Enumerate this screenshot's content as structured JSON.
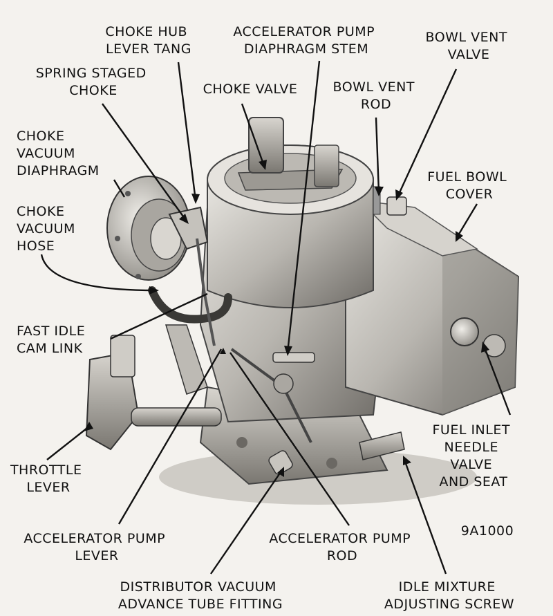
{
  "figure_id": "9A1000",
  "labels": {
    "choke_hub_lever_tang": [
      "CHOKE HUB",
      "LEVER TANG"
    ],
    "accelerator_pump_diaphragm_stem": [
      "ACCELERATOR PUMP",
      "DIAPHRAGM STEM"
    ],
    "bowl_vent_valve": [
      "BOWL VENT",
      "VALVE"
    ],
    "spring_staged_choke": [
      "SPRING STAGED",
      "CHOKE"
    ],
    "choke_valve": [
      "CHOKE VALVE"
    ],
    "bowl_vent_rod": [
      "BOWL VENT",
      "ROD"
    ],
    "choke_vacuum_diaphragm": [
      "CHOKE",
      "VACUUM",
      "DIAPHRAGM"
    ],
    "fuel_bowl_cover": [
      "FUEL BOWL",
      "COVER"
    ],
    "choke_vacuum_hose": [
      "CHOKE",
      "VACUUM",
      "HOSE"
    ],
    "fast_idle_cam_link": [
      "FAST IDLE",
      "CAM LINK"
    ],
    "throttle_lever": [
      "THROTTLE",
      "LEVER"
    ],
    "fuel_inlet_needle_valve_and_seat": [
      "FUEL INLET",
      "NEEDLE",
      "VALVE",
      "AND SEAT"
    ],
    "accelerator_pump_lever": [
      "ACCELERATOR PUMP",
      "LEVER"
    ],
    "accelerator_pump_rod": [
      "ACCELERATOR PUMP",
      "ROD"
    ],
    "distributor_vacuum_advance_tube_fitting": [
      "DISTRIBUTOR VACUUM",
      "ADVANCE TUBE FITTING"
    ],
    "idle_mixture_adjusting_screw": [
      "IDLE MIXTURE",
      "ADJUSTING SCREW"
    ]
  }
}
